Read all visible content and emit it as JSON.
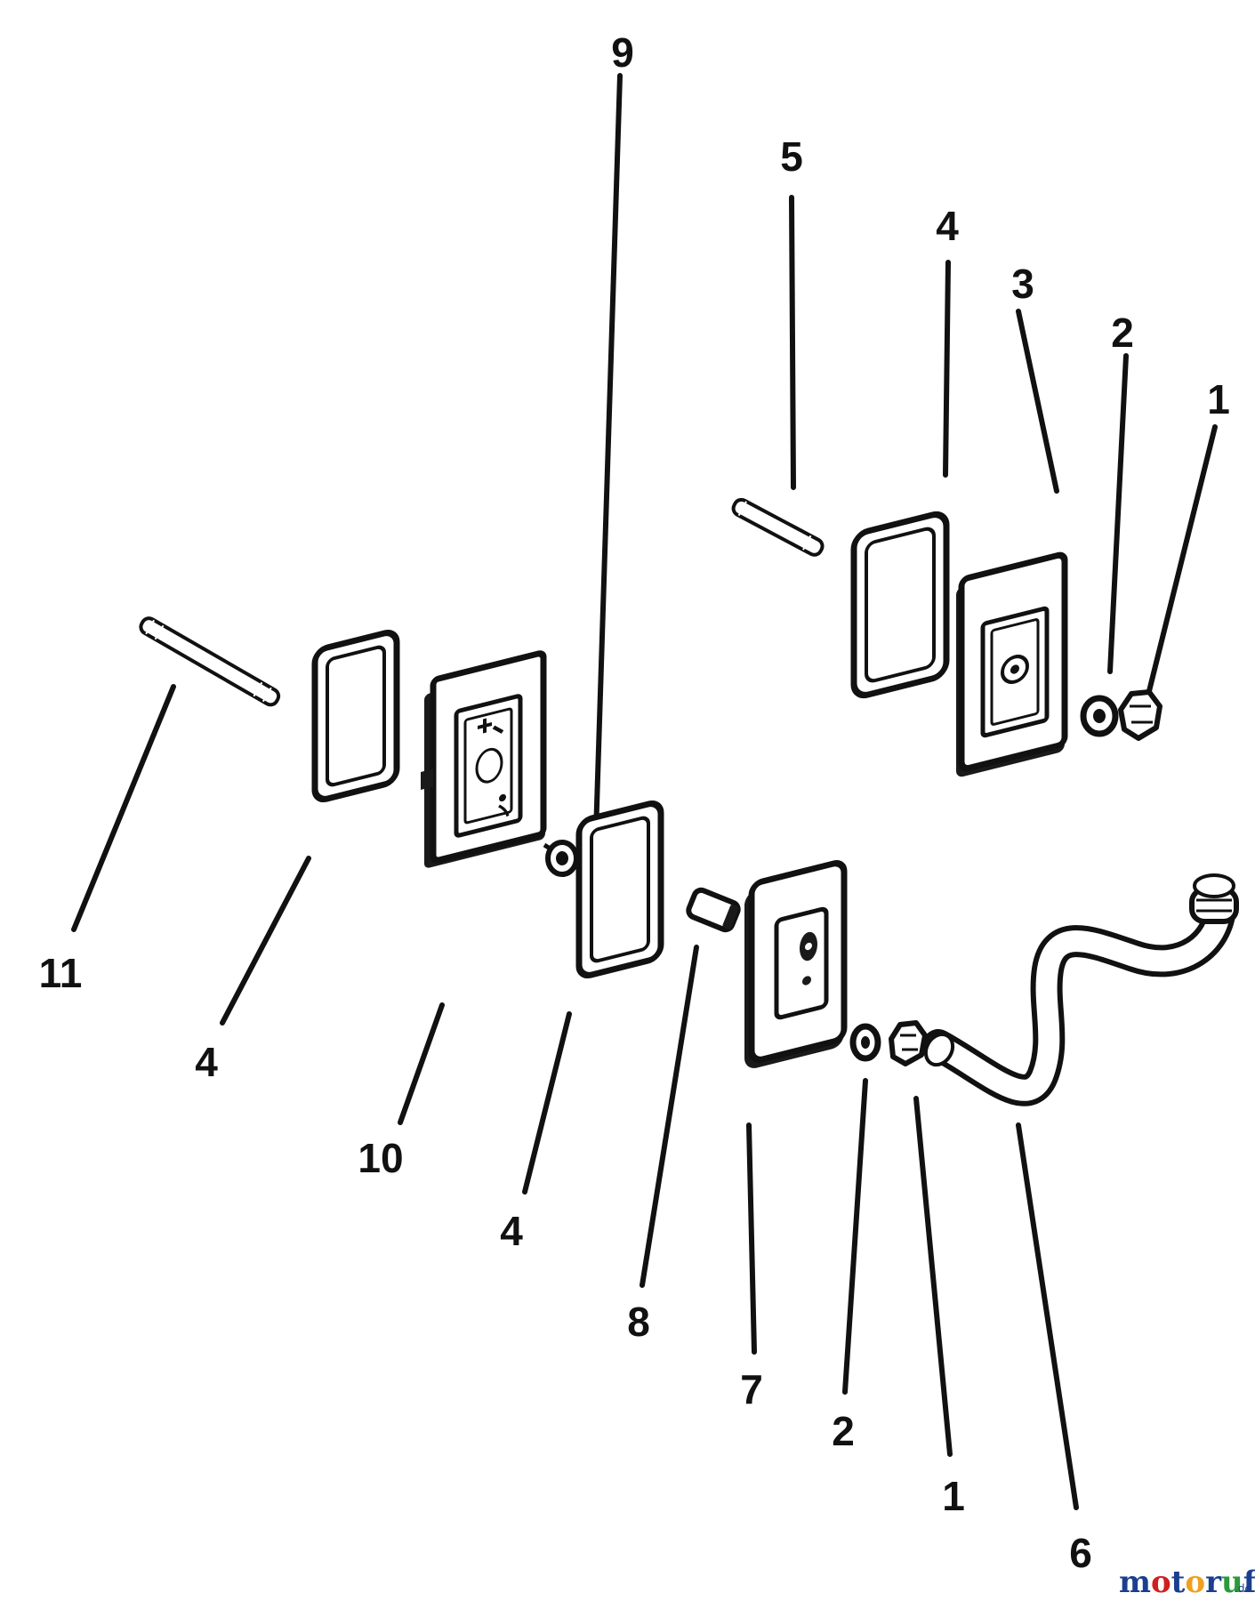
{
  "diagram": {
    "callouts": {
      "c11": "11",
      "c4a": "4",
      "c10": "10",
      "c9": "9",
      "c4b": "4",
      "c8": "8",
      "c7": "7",
      "c2a": "2",
      "c1a": "1",
      "c6": "6",
      "c5": "5",
      "c4c": "4",
      "c3": "3",
      "c2b": "2",
      "c1b": "1"
    }
  },
  "watermark": {
    "mo": "mo",
    "to": "to",
    "ruf": "ruf",
    "tld": ".de",
    "colors": {
      "m": "#1a3f8f",
      "o": "#d01f1f",
      "t": "#1a3f8f",
      "o2": "#f0a020",
      "r": "#1a3f8f",
      "u": "#2a9a3a",
      "f": "#1a3f8f"
    }
  }
}
